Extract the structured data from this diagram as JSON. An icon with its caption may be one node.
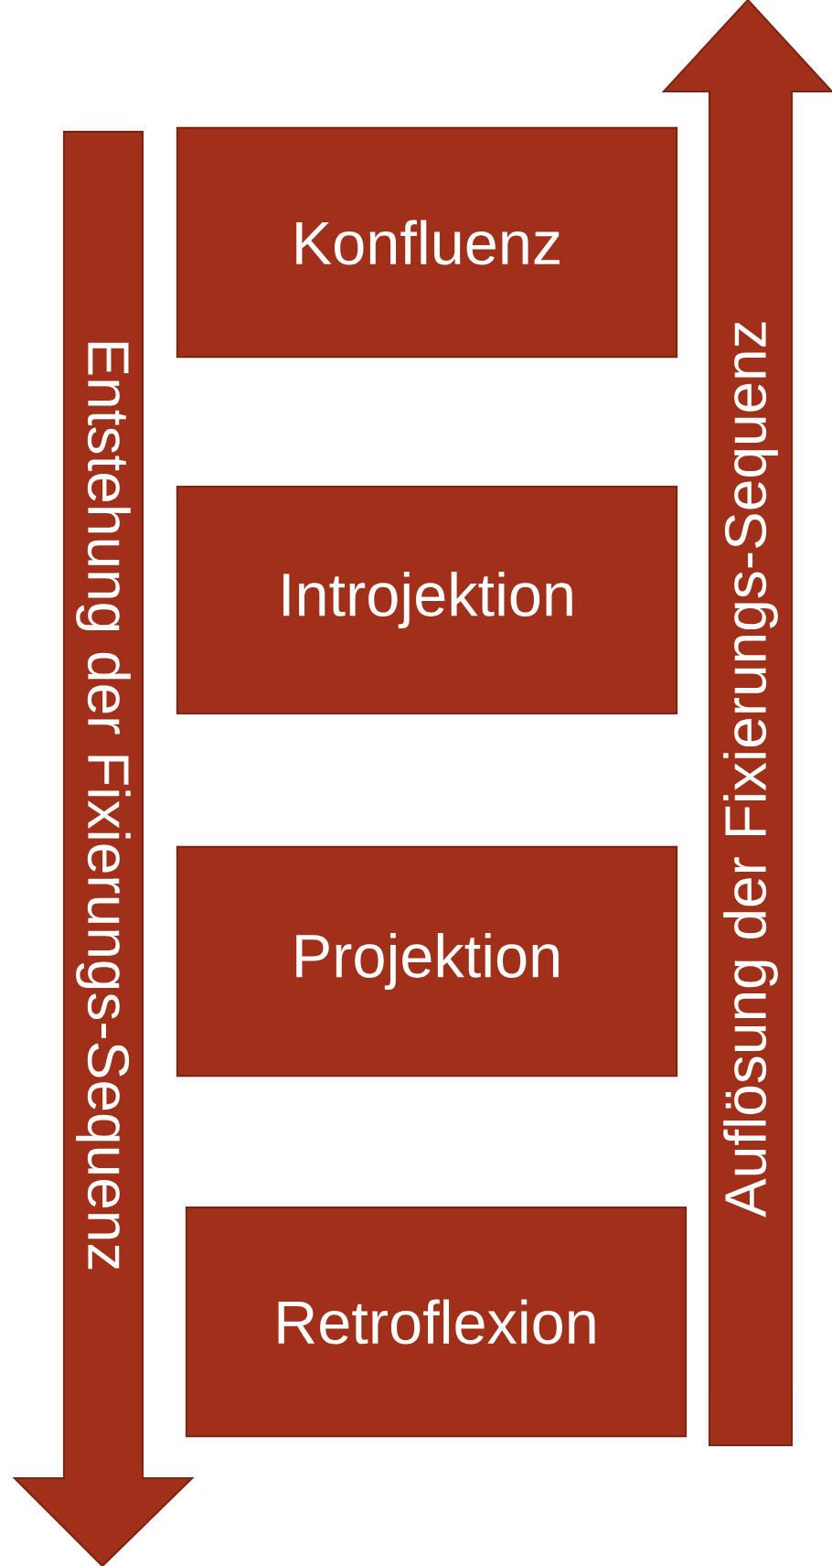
{
  "diagram": {
    "nodes": [
      {
        "text": [
          "Entstehung der Fixierungs-Sequenz"
        ]
      },
      {
        "text": [
          "Konfluenz"
        ]
      },
      {
        "text": [
          "Introjektion"
        ]
      },
      {
        "text": [
          "Projektion"
        ]
      },
      {
        "text": [
          "Retroflexion"
        ]
      },
      {
        "text": [
          "Auflösung der Fixierungs-Sequenz"
        ]
      }
    ]
  }
}
